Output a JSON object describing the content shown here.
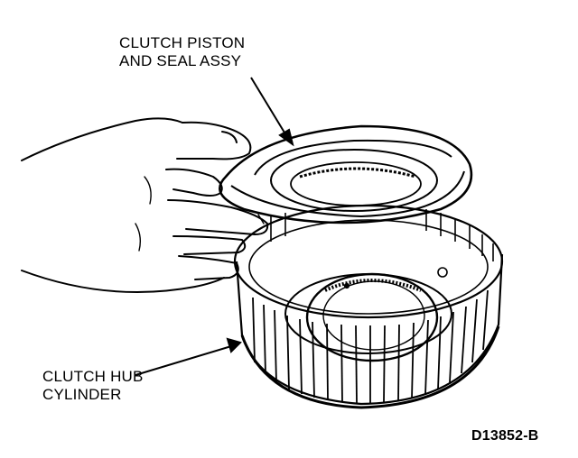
{
  "labels": {
    "piston": {
      "line1": "CLUTCH PISTON",
      "line2": "AND SEAL ASSY"
    },
    "hub": {
      "line1": "CLUTCH HUB",
      "line2": "CYLINDER"
    },
    "figure_code": "D13852-B"
  },
  "colors": {
    "ink": "#000000",
    "paper": "#ffffff"
  }
}
